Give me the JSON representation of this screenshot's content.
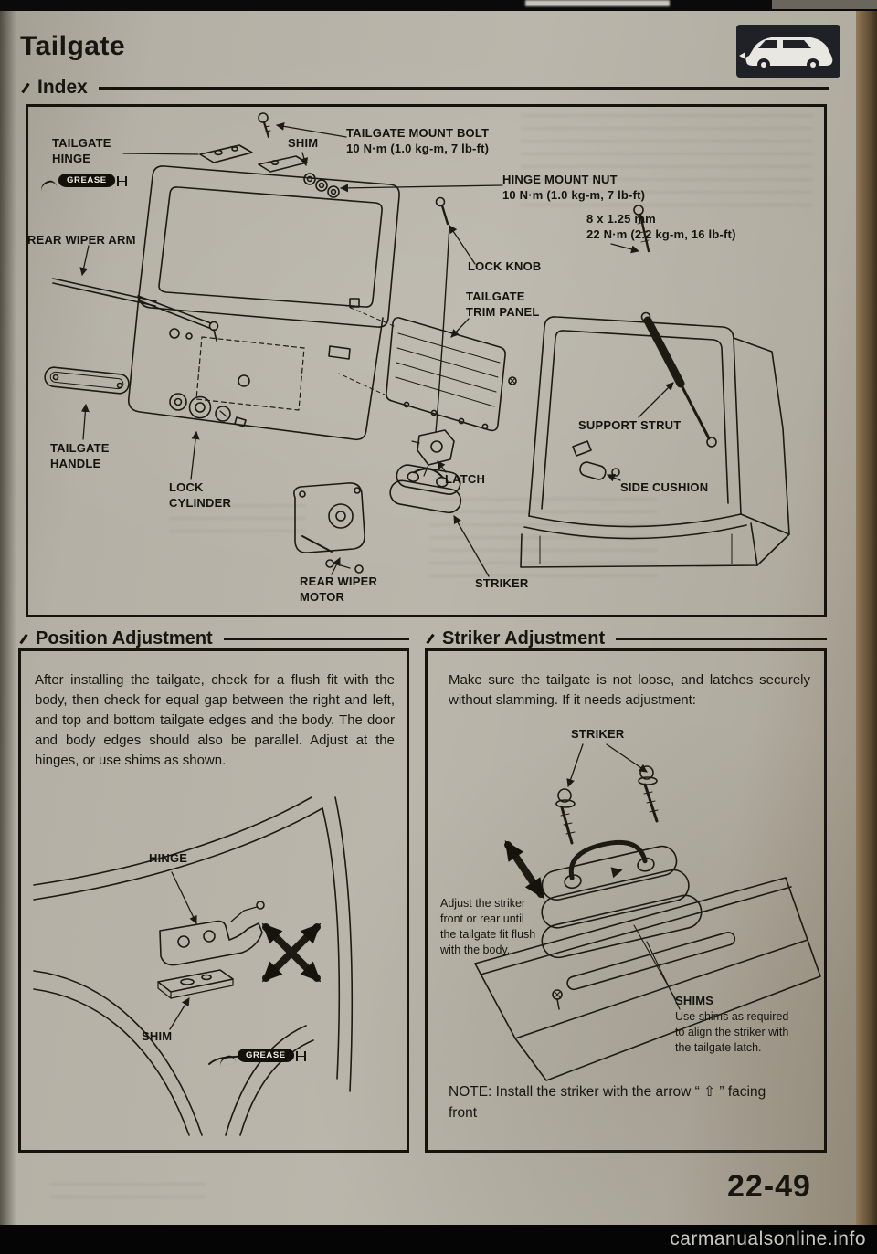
{
  "page": {
    "title": "Tailgate",
    "index_heading": "Index",
    "page_number": "22-49",
    "watermark": "carmanualsonline.info"
  },
  "index_diagram": {
    "labels": {
      "tailgate_hinge": "TAILGATE\nHINGE",
      "grease": "GREASE",
      "shim": "SHIM",
      "tailgate_mount_bolt": "TAILGATE MOUNT BOLT\n10 N·m (1.0 kg-m, 7 lb-ft)",
      "hinge_mount_nut": "HINGE MOUNT NUT\n10 N·m (1.0 kg-m, 7 lb-ft)",
      "bolt_spec": "8 x 1.25 mm\n22 N·m (2.2 kg-m, 16 lb-ft)",
      "rear_wiper_arm": "REAR WIPER ARM",
      "lock_knob": "LOCK KNOB",
      "tailgate_trim_panel": "TAILGATE\nTRIM PANEL",
      "support_strut": "SUPPORT STRUT",
      "tailgate_handle": "TAILGATE\nHANDLE",
      "lock_cylinder": "LOCK\nCYLINDER",
      "latch": "LATCH",
      "side_cushion": "SIDE CUSHION",
      "rear_wiper_motor": "REAR WIPER\nMOTOR",
      "striker": "STRIKER"
    }
  },
  "position_adjustment": {
    "heading": "Position Adjustment",
    "body": "After installing the tailgate, check for a flush fit with the body, then check for equal gap between the right and left, and top and bottom tailgate edges and the body. The door and body edges should also be parallel. Adjust at the hinges, or use shims as shown.",
    "labels": {
      "hinge": "HINGE",
      "shim": "SHIM",
      "grease": "GREASE"
    }
  },
  "striker_adjustment": {
    "heading": "Striker Adjustment",
    "body": "Make sure the tailgate is not loose, and latches securely without slamming. If it needs adjustment:",
    "labels": {
      "striker": "STRIKER",
      "adjust_note": "Adjust the striker\nfront or rear until\nthe tailgate fit flush\nwith the body.",
      "shims": "SHIMS",
      "shims_note": "Use shims as required\nto align the striker with\nthe tailgate latch."
    },
    "note": "NOTE:  Install the striker with the arrow “ ⇧ ” facing\nfront"
  }
}
